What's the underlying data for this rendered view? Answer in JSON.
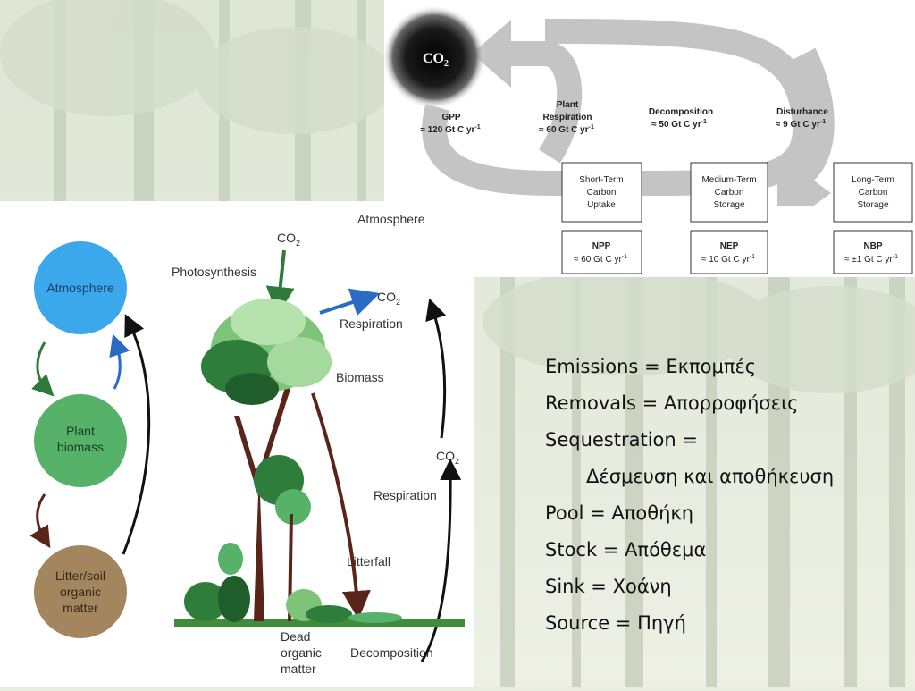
{
  "flux": {
    "co2": "CO",
    "co2_sub": "2",
    "gpp": {
      "name": "GPP",
      "value": "≈ 120 Gt C yr"
    },
    "plant_respiration": {
      "line1": "Plant",
      "line2": "Respiration",
      "value": "≈ 60 Gt C yr"
    },
    "decomposition": {
      "name": "Decomposition",
      "value": "≈ 50 Gt C yr"
    },
    "disturbance": {
      "name": "Disturbance",
      "value": "≈ 9 Gt C yr"
    },
    "unit_exp": "-1",
    "boxes": [
      {
        "line1": "Short-Term",
        "line2": "Carbon",
        "line3": "Uptake",
        "name": "NPP",
        "value": "≈ 60 Gt C yr"
      },
      {
        "line1": "Medium-Term",
        "line2": "Carbon",
        "line3": "Storage",
        "name": "NEP",
        "value": "≈ 10 Gt C yr"
      },
      {
        "line1": "Long-Term",
        "line2": "Carbon",
        "line3": "Storage",
        "name": "NBP",
        "value": "≈ ±1 Gt C yr"
      }
    ]
  },
  "cycle": {
    "atmosphere_circle": "Atmosphere",
    "plant_biomass_1": "Plant",
    "plant_biomass_2": "biomass",
    "litter_1": "Litter/soil",
    "litter_2": "organic",
    "litter_3": "matter",
    "atmosphere_label": "Atmosphere",
    "photosynthesis": "Photosynthesis",
    "co2_top": "CO",
    "co2_right": "CO",
    "co2_lower": "CO",
    "sub2": "2",
    "respiration_top": "Respiration",
    "biomass": "Biomass",
    "respiration_lower": "Respiration",
    "litterfall": "Litterfall",
    "dead_1": "Dead",
    "dead_2": "organic",
    "dead_3": "matter",
    "decomposition": "Decomposition"
  },
  "glossary": [
    "Emissions = Εκπομπές",
    "Removals = Απορροφήσεις",
    "Sequestration =",
    "Δέσμευση και αποθήκευση",
    "Pool = Αποθήκη",
    "Stock = Απόθεμα",
    "Sink = Χοάνη",
    "Source = Πηγή"
  ],
  "colors": {
    "atmosphere": "#3aa8ea",
    "plant_biomass": "#55b268",
    "litter": "#a3855e",
    "forest_green": "#2f7a3a",
    "blue_arrow": "#2a6cc4",
    "brown_arrow": "#5a2418"
  }
}
